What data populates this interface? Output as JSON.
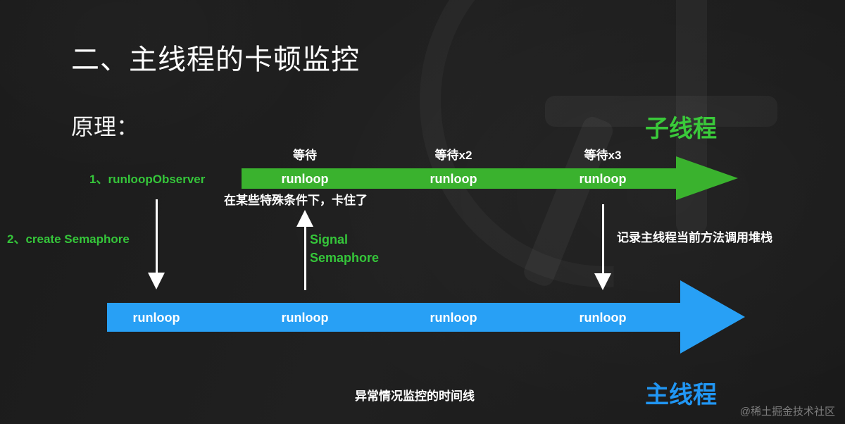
{
  "slide": {
    "title": "二、主线程的卡顿监控",
    "principle_label": "原理：",
    "credit": "@稀土掘金技术社区"
  },
  "steps": {
    "step1": "1、runloopObserver",
    "step2": "2、create Semaphore"
  },
  "threads": {
    "sub": "子线程",
    "main": "主线程"
  },
  "sub_timeline": {
    "wait_labels": [
      "等待",
      "等待x2",
      "等待x3"
    ],
    "runloop_labels": [
      "runloop",
      "runloop",
      "runloop"
    ]
  },
  "main_timeline": {
    "runloop_labels": [
      "runloop",
      "runloop",
      "runloop",
      "runloop"
    ]
  },
  "notes": {
    "stuck": "在某些特殊条件下，卡住了",
    "signal_semaphore_line1": "Signal",
    "signal_semaphore_line2": "Semaphore",
    "record_stack": "记录主线程当前方法调用堆栈",
    "timeline_caption": "异常情况监控的时间线"
  },
  "colors": {
    "background": "#1d1d1d",
    "sub_thread_green": "#3ab22e",
    "main_thread_blue": "#28a0f5",
    "accent_green_text": "#35c63a",
    "accent_blue_text": "#2196f3",
    "text_white": "#ffffff",
    "credit_gray": "#7d7d7d"
  }
}
